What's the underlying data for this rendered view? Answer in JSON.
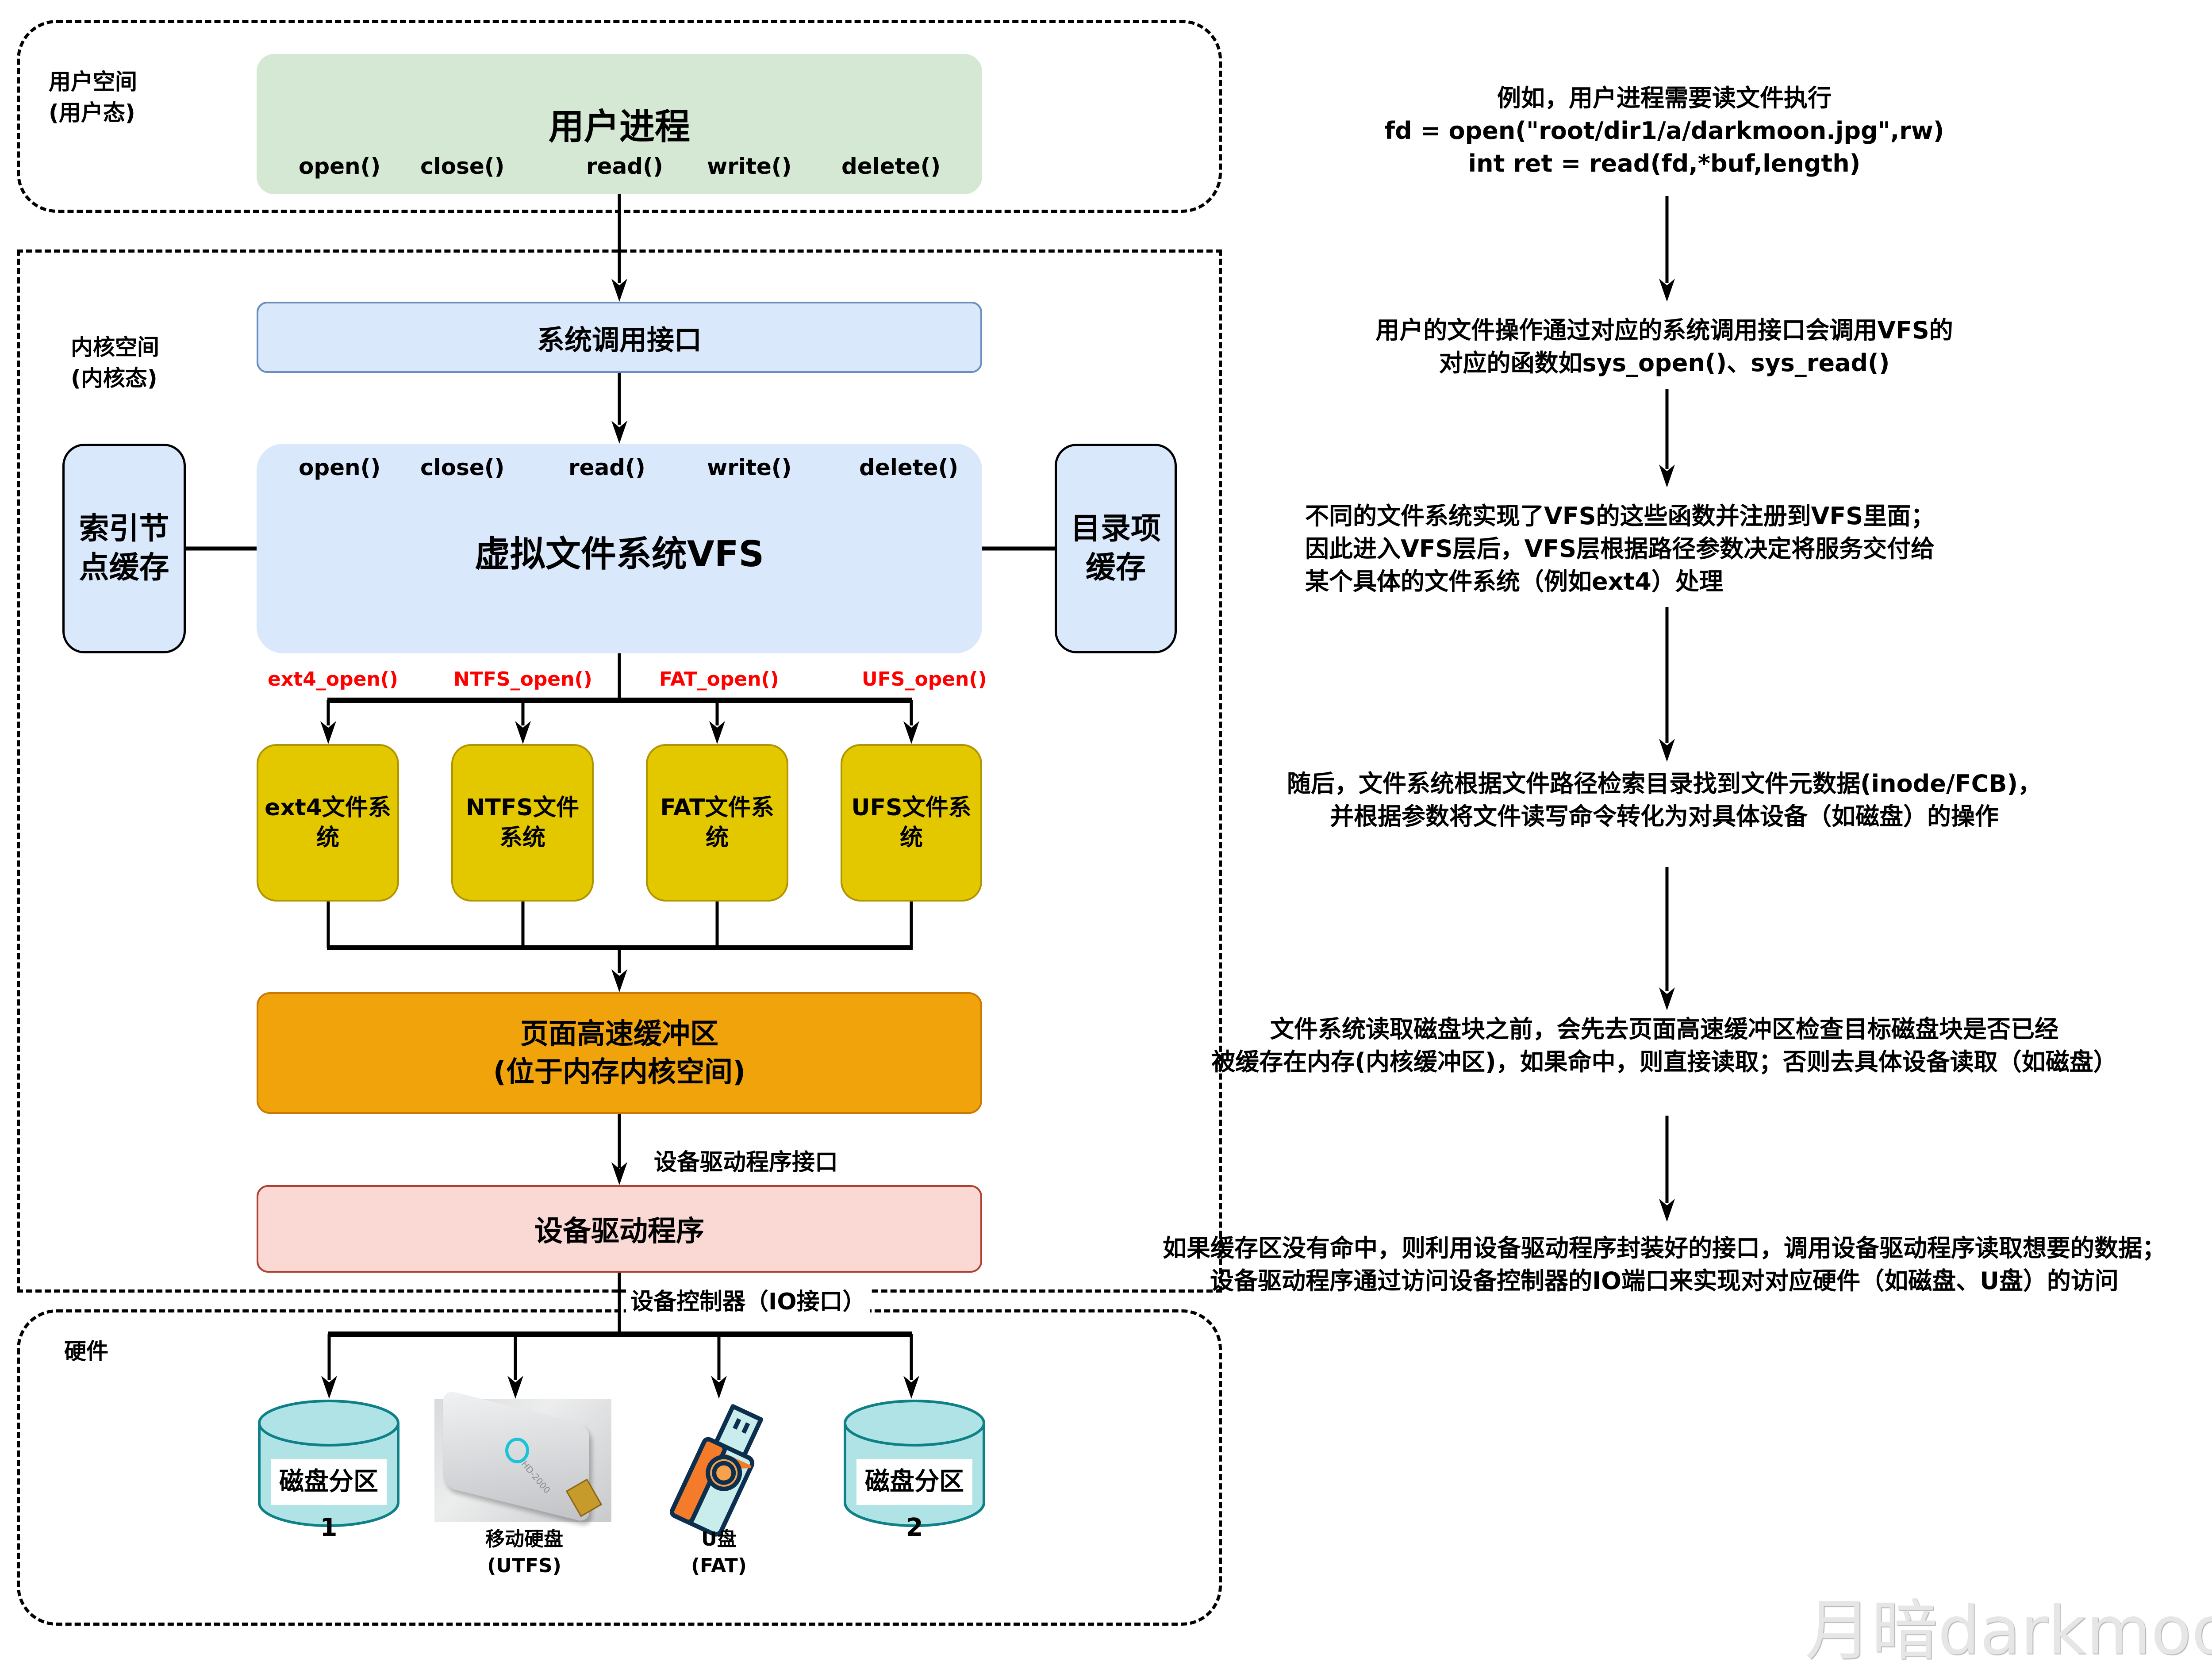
{
  "regions": {
    "user_space": {
      "line1": "用户空间",
      "line2": "(用户态)"
    },
    "kernel_space": {
      "line1": "内核空间",
      "line2": "(内核态)"
    },
    "hardware": {
      "label": "硬件"
    }
  },
  "user_process": {
    "title": "用户进程",
    "calls": [
      "open()",
      "close()",
      "read()",
      "write()",
      "delete()"
    ]
  },
  "syscall_interface": {
    "title": "系统调用接口"
  },
  "vfs": {
    "title": "虚拟文件系统VFS",
    "calls": [
      "open()",
      "close()",
      "read()",
      "write()",
      "delete()"
    ]
  },
  "inode_cache": {
    "line1": "索引节",
    "line2": "点缓存"
  },
  "dentry_cache": {
    "line1": "目录项",
    "line2": "缓存"
  },
  "fs_calls": [
    "ext4_open()",
    "NTFS_open()",
    "FAT_open()",
    "UFS_open()"
  ],
  "file_systems": [
    {
      "line1": "ext4文件系",
      "line2": "统"
    },
    {
      "line1": "NTFS文件",
      "line2": "系统"
    },
    {
      "line1": "FAT文件系",
      "line2": "统"
    },
    {
      "line1": "UFS文件系",
      "line2": "统"
    }
  ],
  "page_cache": {
    "line1": "页面高速缓冲区",
    "line2": "(位于内存内核空间)"
  },
  "driver_interface_label": "设备驱动程序接口",
  "device_driver": {
    "title": "设备驱动程序"
  },
  "device_controller_label": "设备控制器（IO接口）",
  "devices": [
    {
      "type": "disk",
      "label": "磁盘分区1"
    },
    {
      "type": "portable-hdd",
      "line1": "移动硬盘",
      "line2": "(UTFS)",
      "model_text": "HD-2000"
    },
    {
      "type": "usb-drive",
      "line1": "U盘",
      "line2": "(FAT)"
    },
    {
      "type": "disk",
      "label": "磁盘分区2"
    }
  ],
  "explanations": [
    {
      "lines": [
        "例如，用户进程需要读文件执行",
        "fd = open(\"root/dir1/a/darkmoon.jpg\",rw)",
        "int ret = read(fd,*buf,length)"
      ]
    },
    {
      "lines": [
        "用户的文件操作通过对应的系统调用接口会调用VFS的",
        "对应的函数如sys_open()、sys_read()"
      ]
    },
    {
      "lines": [
        "不同的文件系统实现了VFS的这些函数并注册到VFS里面；",
        "因此进入VFS层后，VFS层根据路径参数决定将服务交付给",
        "某个具体的文件系统（例如ext4）处理"
      ]
    },
    {
      "lines": [
        "随后，文件系统根据文件路径检索目录找到文件元数据(inode/FCB)，",
        "并根据参数将文件读写命令转化为对具体设备（如磁盘）的操作"
      ]
    },
    {
      "lines": [
        "文件系统读取磁盘块之前，会先去页面高速缓冲区检查目标磁盘块是否已经",
        "被缓存在内存(内核缓冲区)，如果命中，则直接读取；否则去具体设备读取（如磁盘）"
      ]
    },
    {
      "lines": [
        "如果缓存区没有命中，则利用设备驱动程序封装好的接口，调用设备驱动程序读取想要的数据；",
        "设备驱动程序通过访问设备控制器的IO端口来实现对对应硬件（如磁盘、U盘）的访问"
      ]
    }
  ],
  "watermark": "月暗darkmoon",
  "colors": {
    "user_process_fill": "#d5e8d4",
    "blue_fill": "#dae8fc",
    "blue_stroke": "#6c8ebf",
    "fs_fill": "#e3c800",
    "fs_stroke": "#b09500",
    "page_cache_fill": "#f0a30a",
    "page_cache_stroke": "#c97a00",
    "driver_fill": "#fad9d5",
    "driver_stroke": "#ae4132",
    "disk_fill": "#b0e3e6",
    "disk_stroke": "#0e8088",
    "call_red": "#ff0000",
    "watermark": "#e6e6e6"
  }
}
